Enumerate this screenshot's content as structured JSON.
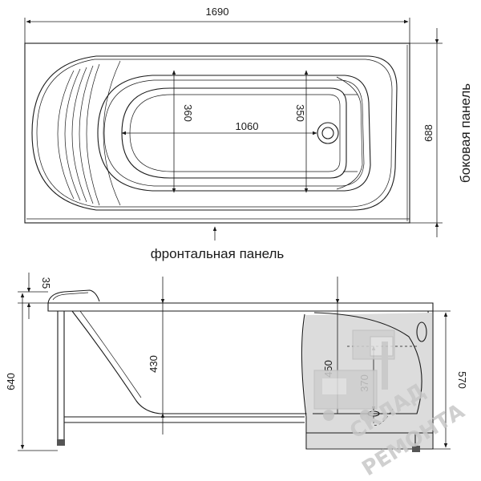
{
  "top_view": {
    "dim_total_length": "1690",
    "dim_total_width": "688",
    "dim_inner_length": "1060",
    "dim_inner_width_left": "360",
    "dim_inner_width_right": "350",
    "side_panel_label": "боковая панель",
    "front_panel_label": "фронтальная панель"
  },
  "side_view": {
    "dim_rim": "35",
    "dim_total_height": "640",
    "dim_depth_left": "430",
    "dim_depth_right": "450",
    "dim_drain": "370",
    "dim_panel_height": "570"
  },
  "watermark": {
    "line1": "СКЛАД",
    "line2": "РЕМОНТА"
  }
}
